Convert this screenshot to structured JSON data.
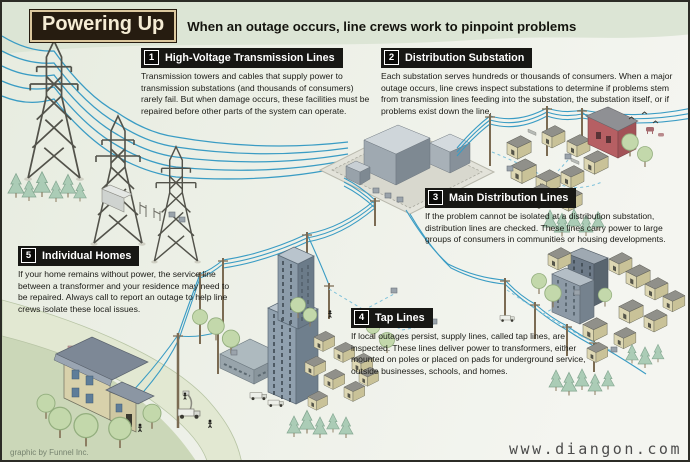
{
  "header": {
    "title": "Powering Up",
    "subtitle": "When an outage occurs, line crews work to pinpoint problems"
  },
  "sections": [
    {
      "number": "1",
      "title": "High-Voltage Transmission Lines",
      "body": "Transmission towers and cables that supply power to transmission substations (and thousands of consumers) rarely fail. But when damage occurs, these facilities must be repaired before other parts of the system can operate."
    },
    {
      "number": "2",
      "title": "Distribution Substation",
      "body": "Each substation serves hundreds or thousands of consumers. When a major outage occurs, line crews inspect substations to determine if problems stem from transmission lines feeding into the substation, the substation itself, or if problems exist down the line."
    },
    {
      "number": "3",
      "title": "Main Distribution Lines",
      "body": "If the problem cannot be isolated at a distribution substation, distribution lines are checked. These lines carry power to large groups of consumers in communities or housing developments."
    },
    {
      "number": "4",
      "title": "Tap Lines",
      "body": "If local outages persist, supply lines, called tap lines, are inspected. These lines deliver power to transformers, either mounted on poles or placed on pads for underground service, outside businesses, schools, and homes."
    },
    {
      "number": "5",
      "title": "Individual Homes",
      "body": "If your home remains without power, the service line between a transformer and your residence may need to be repaired. Always call to report an outage to help line crews isolate these local issues."
    }
  ],
  "meta": {
    "credit": "graphic by Funnel Inc.",
    "watermark": "www.diangon.com"
  },
  "colors": {
    "power_line_blue": "#3a9cc4",
    "tap_line_dashed_blue": "#7fc2da",
    "callout_bar": "#171714",
    "title_box_bg": "#261c10",
    "title_box_border": "#dcc89e",
    "title_text": "#f5ecd4",
    "ground": "#edf0e8",
    "grass_corner": "#cbd7b8",
    "barn_red": "#b65f63"
  },
  "illustration": {
    "elements": [
      "transmission-tower-icon",
      "power-line-icon",
      "distribution-substation-icon",
      "utility-pole-icon",
      "house-icon",
      "barn-icon",
      "apartment-building-icon",
      "office-building-icon",
      "commercial-building-icon",
      "tree-icon",
      "pine-tree-icon",
      "road-icon",
      "bucket-truck-icon",
      "line-worker-icon",
      "transformer-box-icon",
      "bird-icon",
      "livestock-icon"
    ]
  }
}
